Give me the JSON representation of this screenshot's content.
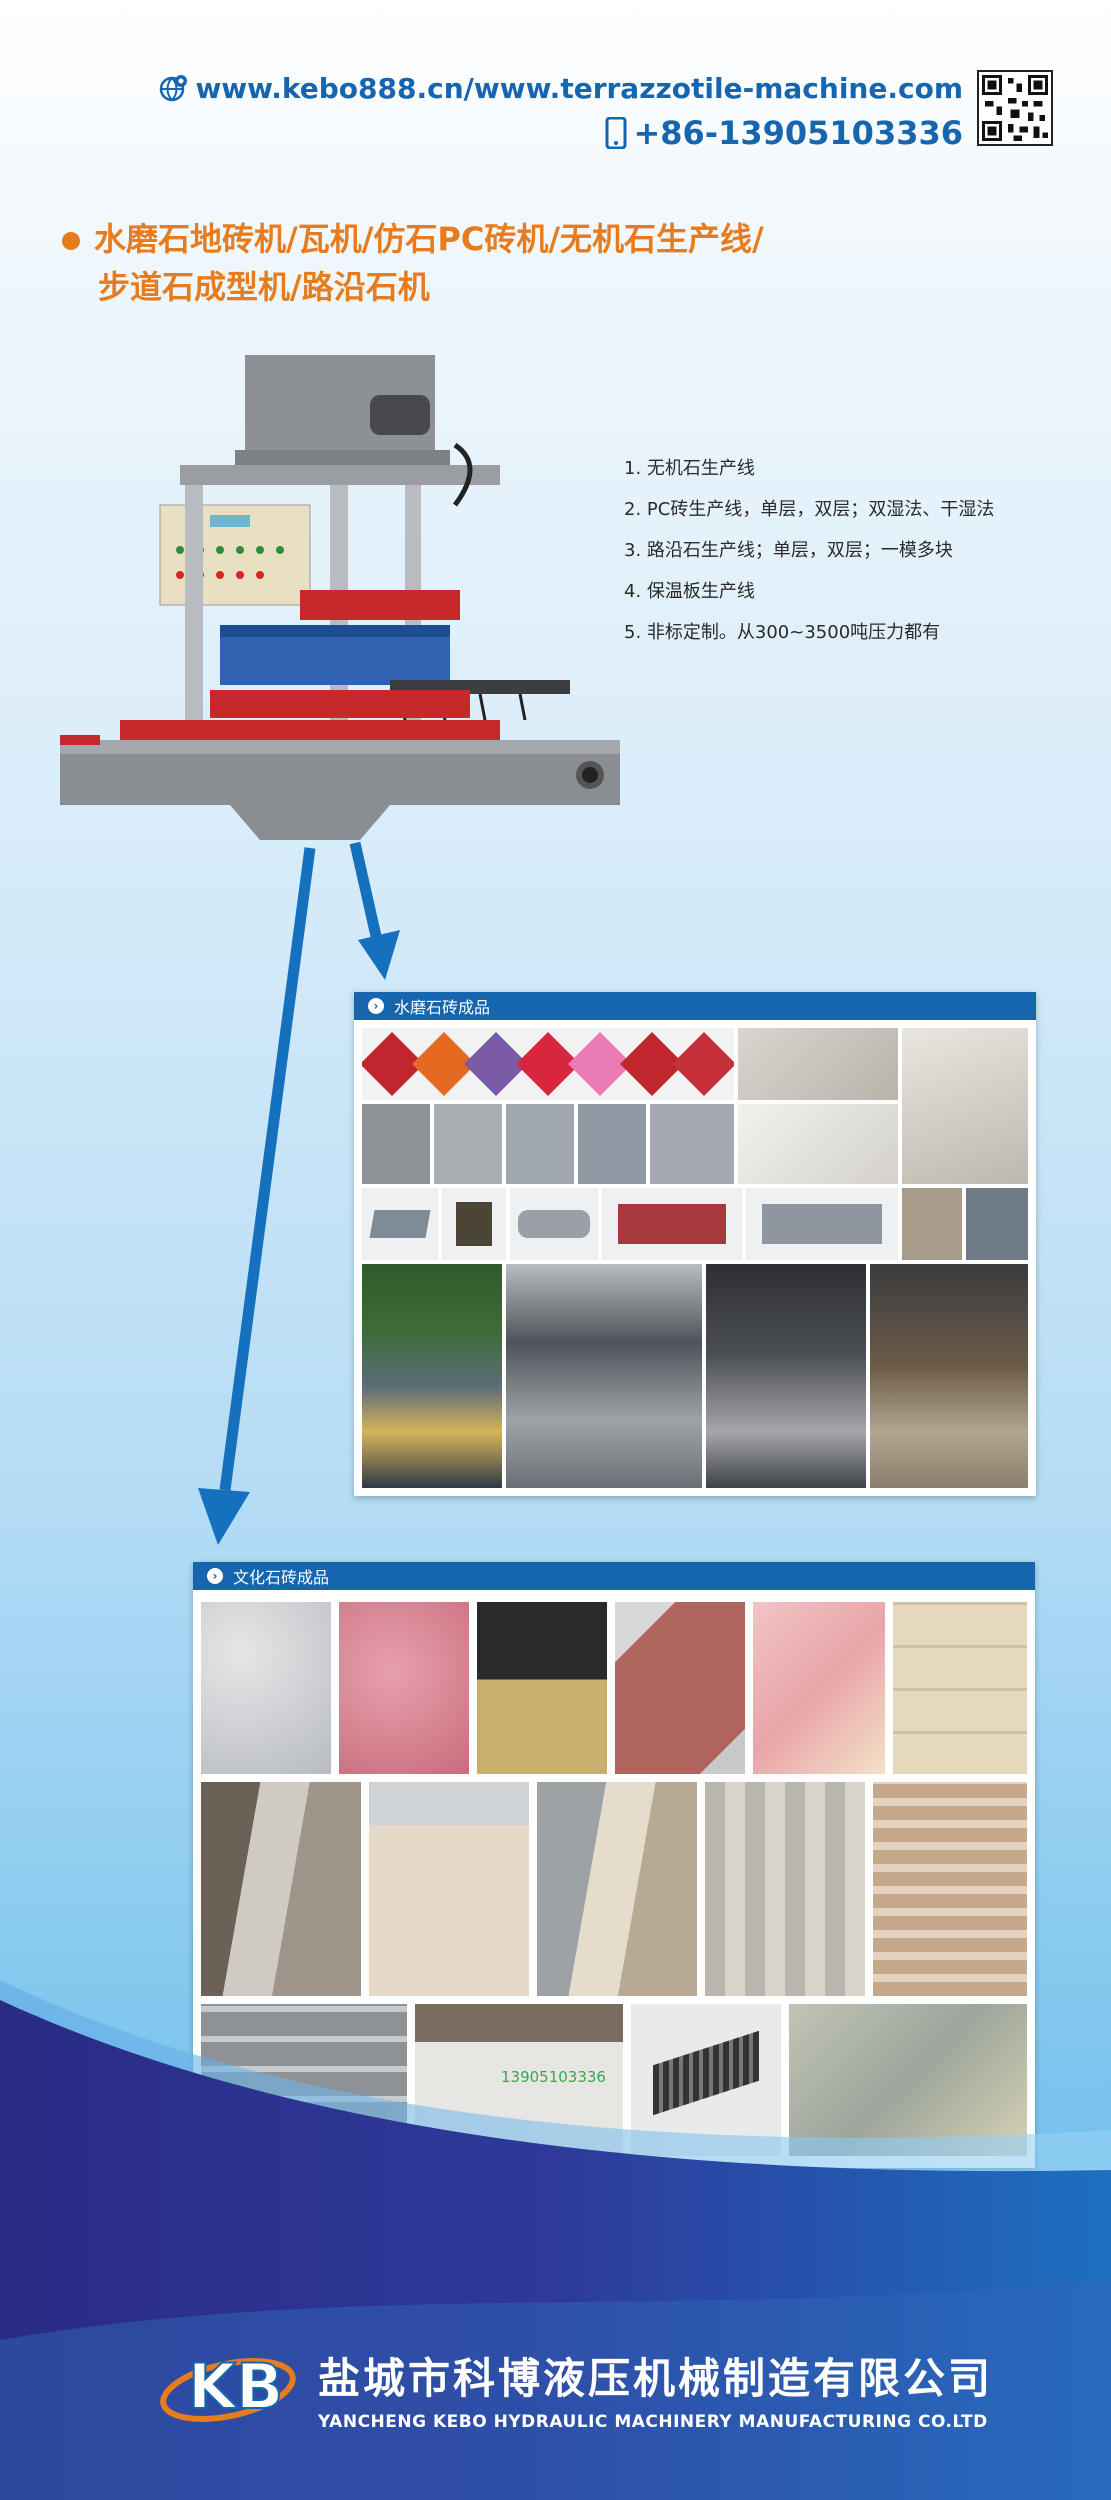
{
  "contact": {
    "website": "www.kebo888.cn/www.terrazzotile-machine.com",
    "phone": "+86-13905103336"
  },
  "headline": {
    "line1": "水磨石地砖机/瓦机/仿石PC砖机/无机石生产线/",
    "line2": "步道石成型机/路沿石机"
  },
  "features": [
    "1. 无机石生产线",
    "2. PC砖生产线，单层，双层；双湿法、干湿法",
    "3. 路沿石生产线；单层，双层；一模多块",
    "4. 保温板生产线",
    "5. 非标定制。从300~3500吨压力都有"
  ],
  "panels": {
    "terrazzo_title": "水磨石砖成品",
    "culture_title": "文化石砖成品",
    "watermark": "13905103336"
  },
  "company": {
    "name_cn": "盐城市科博液压机械制造有限公司",
    "name_en": "YANCHENG KEBO HYDRAULIC MACHINERY MANUFACTURING CO.LTD",
    "logo_text": "KB"
  },
  "colors": {
    "brand_blue": "#1566ae",
    "accent_orange": "#e67c1d",
    "navy": "#2b2f87"
  }
}
